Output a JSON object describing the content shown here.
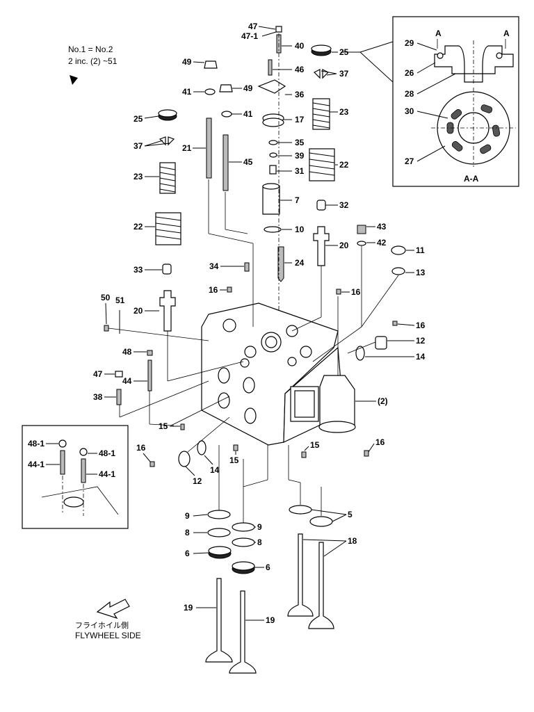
{
  "notes": {
    "line1": "No.1 = No.2",
    "line2": "2 inc. (2) ~51"
  },
  "direction": {
    "jp": "フライホイル側",
    "en": "FLYWHEEL SIDE"
  },
  "section": {
    "a_left": "A",
    "a_right": "A",
    "caption": "A-A"
  },
  "labels": {
    "p47": "47",
    "p47_1": "47-1",
    "p40": "40",
    "p25a": "25",
    "p49a": "49",
    "p46": "46",
    "p37a": "37",
    "p41a": "41",
    "p49b": "49",
    "p36": "36",
    "p41b": "41",
    "p17": "17",
    "p25b": "25",
    "p23a": "23",
    "p37b": "37",
    "p35": "35",
    "p21": "21",
    "p39": "39",
    "p45": "45",
    "p31": "31",
    "p22a": "22",
    "p23b": "23",
    "p7": "7",
    "p32": "32",
    "p22b": "22",
    "p43": "43",
    "p10": "10",
    "p42": "42",
    "p20a": "20",
    "p11": "11",
    "p33": "33",
    "p34": "34",
    "p24": "24",
    "p13": "13",
    "p16a": "16",
    "p16b": "16",
    "p50": "50",
    "p51": "51",
    "p20b": "20",
    "p16c": "16",
    "p12a": "12",
    "p48": "48",
    "p14a": "14",
    "p47b": "47",
    "p44": "44",
    "p38": "38",
    "p2": "(2)",
    "p15a": "15",
    "p48_1a": "48-1",
    "p48_1b": "48-1",
    "p44_1a": "44-1",
    "p44_1b": "44-1",
    "p16d": "16",
    "p15b": "15",
    "p15c": "15",
    "p16e": "16",
    "p14b": "14",
    "p12b": "12",
    "p9a": "9",
    "p9b": "9",
    "p5": "5",
    "p8a": "8",
    "p8b": "8",
    "p18": "18",
    "p6a": "6",
    "p6b": "6",
    "p19a": "19",
    "p19b": "19",
    "p29": "29",
    "p26": "26",
    "p28": "28",
    "p30": "30",
    "p27": "27"
  }
}
